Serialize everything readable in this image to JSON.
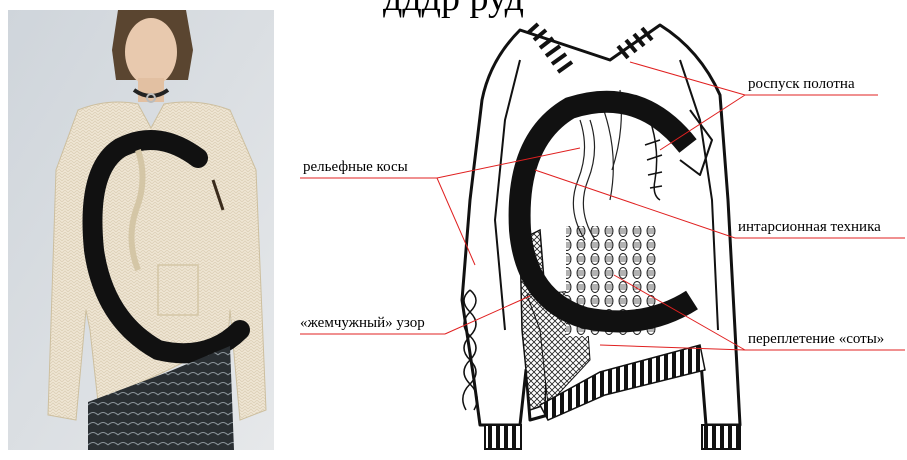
{
  "header": {
    "partial_text": "дддр                                          руд"
  },
  "labels": {
    "raspusk": "роспуск полотна",
    "kosy": "рельефные косы",
    "intarsia": "интарсионная техника",
    "zhemchug": "«жемчужный» узор",
    "soty": "переплетение «соты»"
  },
  "colors": {
    "leader_line": "#e02020",
    "sweater": "#efe6d4",
    "background_photo": "#d9dde2",
    "knit_black": "#111111"
  }
}
